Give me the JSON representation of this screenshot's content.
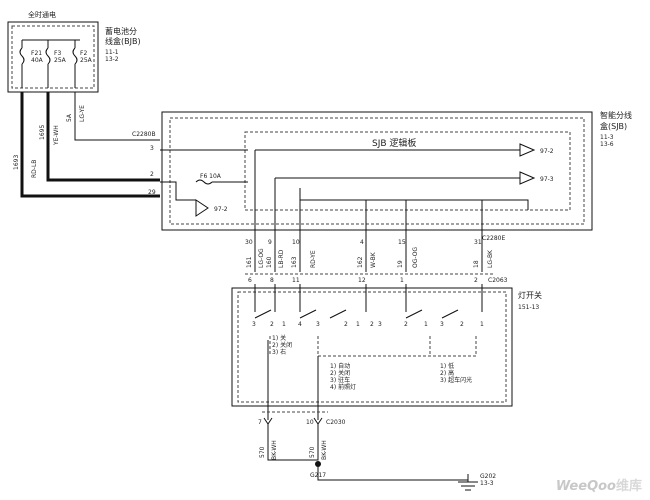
{
  "fuse_box_left": {
    "hot_label": "全时通电",
    "title": "蓄电池分\n线盒(BJB)",
    "refs": [
      "11-1",
      "13-2"
    ],
    "fuses": [
      {
        "id": "F21",
        "rating": "40A"
      },
      {
        "id": "F3",
        "rating": "25A"
      },
      {
        "id": "F2",
        "rating": "25A"
      }
    ]
  },
  "wires_top": {
    "w1": "1693",
    "w1_color": "RD-LB",
    "w2": "1695",
    "w2_color": "YE-WH",
    "w3": "5A",
    "w3_color": "LG-YE"
  },
  "sjb": {
    "title": "智能分线\n盒(SJB)",
    "refs": [
      "11-3",
      "13-6"
    ],
    "logic_board": "SJB 逻辑板",
    "connector_top": "C2280B",
    "pins_left": [
      "3",
      "2",
      "29"
    ],
    "fuse": {
      "id": "F6",
      "rating": "10A"
    },
    "out_refs": [
      "97-2",
      "97-3",
      "97-2"
    ],
    "connector_bottom": "C2280E"
  },
  "mid_pins": {
    "top_numbers": [
      "30",
      "9",
      "10",
      "4",
      "15",
      "31"
    ],
    "circuits": [
      "161",
      "160",
      "163",
      "162",
      "19",
      "18"
    ],
    "colors": [
      "LG-OG",
      "LB-RD",
      "RD-YE",
      "W-BK",
      "OG-OG",
      "LG-BK"
    ],
    "bottom_numbers": [
      "6",
      "8",
      "11",
      "12",
      "1",
      "2"
    ],
    "connector": "C2063"
  },
  "light_switch": {
    "title": "灯开关",
    "ref": "151-13",
    "pos_left": [
      "1) 关",
      "2) 关闭",
      "3) 右"
    ],
    "pos_mid": [
      "1) 自动",
      "2) 关闭",
      "3) 驻车",
      "4) 前照灯"
    ],
    "pos_right": [
      "1) 低",
      "2) 高",
      "3) 超车闪光"
    ],
    "contact_nums": [
      "3",
      "2",
      "1",
      "4",
      "3",
      "2",
      "1",
      "2",
      "3",
      "2",
      "1",
      "3",
      "2",
      "1"
    ]
  },
  "ground": {
    "connector": "C2030",
    "pin_left": "7",
    "pin_right": "10",
    "circuit": "570",
    "color": "BK-WH",
    "splice": "G217",
    "ground_id": "G202",
    "ground_ref": "13-3"
  },
  "watermark": {
    "brand": "WeeQoo",
    "cn": "维库"
  }
}
